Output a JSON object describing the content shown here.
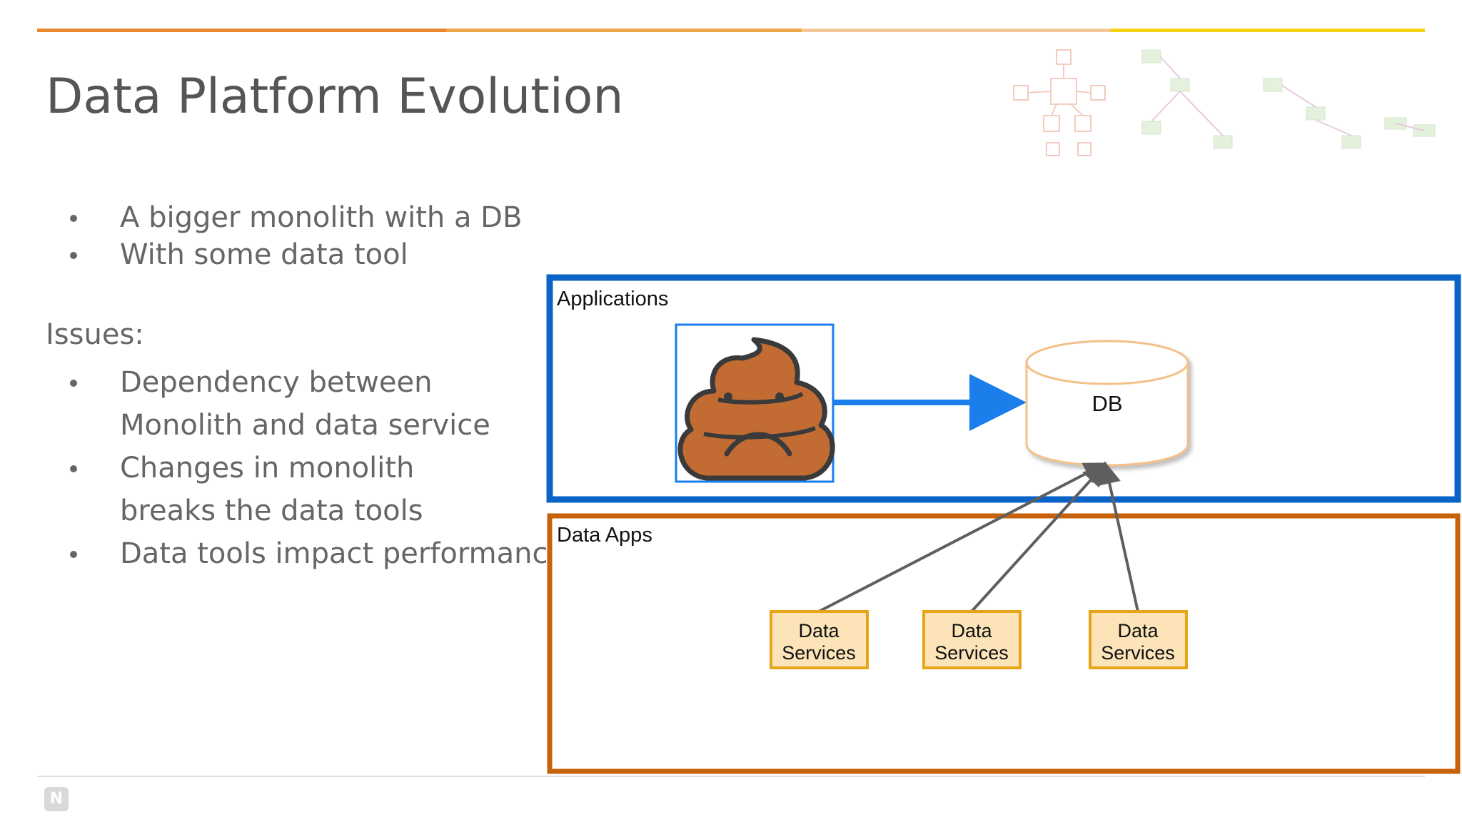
{
  "slide": {
    "title": "Data Platform Evolution",
    "bullets": [
      "A bigger monolith with a DB",
      "With some data tool"
    ],
    "issues_label": "Issues:",
    "issues": [
      [
        "Dependency between",
        "Monolith and data service"
      ],
      [
        "Changes in monolith",
        "breaks the data tools"
      ],
      [
        "Data tools impact performance"
      ]
    ]
  },
  "diagram": {
    "applications_label": "Applications",
    "data_apps_label": "Data Apps",
    "db_label": "DB",
    "services": [
      [
        "Data",
        "Services"
      ],
      [
        "Data",
        "Services"
      ],
      [
        "Data",
        "Services"
      ]
    ],
    "monolith_icon": "sad-poop-icon"
  },
  "colors": {
    "accent_orange": "#E8872E",
    "accent_yellow": "#F4D20E",
    "applications_border": "#0A64C8",
    "data_apps_border": "#C8620A",
    "arrow": "#1A7EEB",
    "db_border": "#F2C089",
    "service_fill": "#FCE3B8",
    "service_border": "#E8A417",
    "text": "#555555"
  }
}
